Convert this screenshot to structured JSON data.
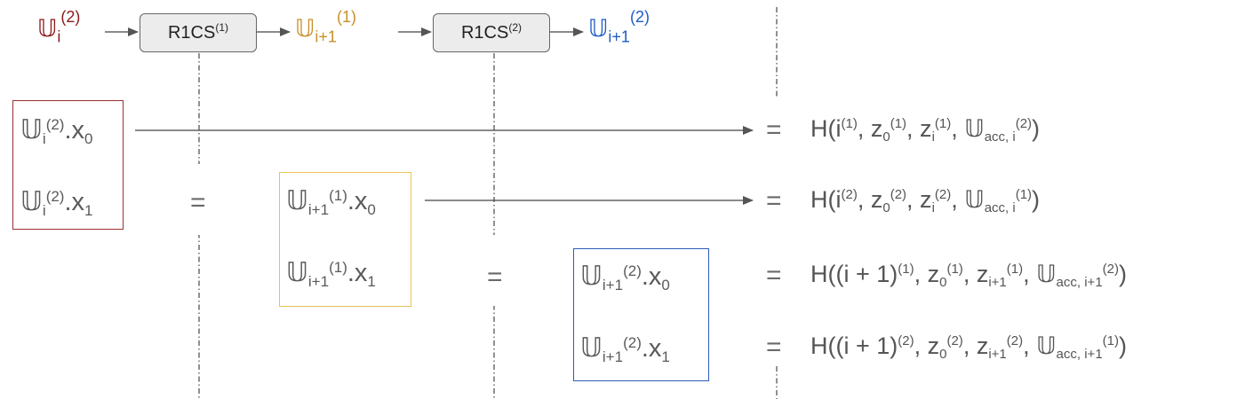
{
  "symbol": "𝕌",
  "top_flow": {
    "start": {
      "sub": "i",
      "sup": "(2)"
    },
    "box1": {
      "base": "R1CS",
      "sup": "(1)"
    },
    "mid": {
      "sub": "i+1",
      "sup": "(1)"
    },
    "box2": {
      "base": "R1CS",
      "sup": "(2)"
    },
    "end": {
      "sub": "i+1",
      "sup": "(2)"
    }
  },
  "terms": {
    "r0": {
      "sub": "i",
      "sup": "(2)",
      "field": ".x",
      "idx": "0"
    },
    "r1": {
      "sub": "i",
      "sup": "(2)",
      "field": ".x",
      "idx": "1"
    },
    "g0": {
      "sub": "i+1",
      "sup": "(1)",
      "field": ".x",
      "idx": "0"
    },
    "g1": {
      "sub": "i+1",
      "sup": "(1)",
      "field": ".x",
      "idx": "1"
    },
    "b0": {
      "sub": "i+1",
      "sup": "(2)",
      "field": ".x",
      "idx": "0"
    },
    "b1": {
      "sub": "i+1",
      "sup": "(2)",
      "field": ".x",
      "idx": "1"
    }
  },
  "equals": "=",
  "formulas": {
    "f1": {
      "open": "H(i",
      "s1": "(1)",
      "c1": ", z",
      "b2": "0",
      "s2": "(1)",
      "c2": ", z",
      "b3": "i",
      "s3": "(1)",
      "c3": ", ",
      "b4": "acc, i",
      "s4": "(2)",
      "close": ")"
    },
    "f2": {
      "open": "H(i",
      "s1": "(2)",
      "c1": ", z",
      "b2": "0",
      "s2": "(2)",
      "c2": ", z",
      "b3": "i",
      "s3": "(2)",
      "c3": ", ",
      "b4": "acc, i",
      "s4": "(1)",
      "close": ")"
    },
    "f3": {
      "open": "H((i + 1)",
      "s1": "(1)",
      "c1": ", z",
      "b2": "0",
      "s2": "(1)",
      "c2": ", z",
      "b3": "i+1",
      "s3": "(1)",
      "c3": ", ",
      "b4": "acc, i+1",
      "s4": "(2)",
      "close": ")"
    },
    "f4": {
      "open": "H((i + 1)",
      "s1": "(2)",
      "c1": ", z",
      "b2": "0",
      "s2": "(2)",
      "c2": ", z",
      "b3": "i+1",
      "s3": "(2)",
      "c3": ", ",
      "b4": "acc, i+1",
      "s4": "(1)",
      "close": ")"
    }
  }
}
